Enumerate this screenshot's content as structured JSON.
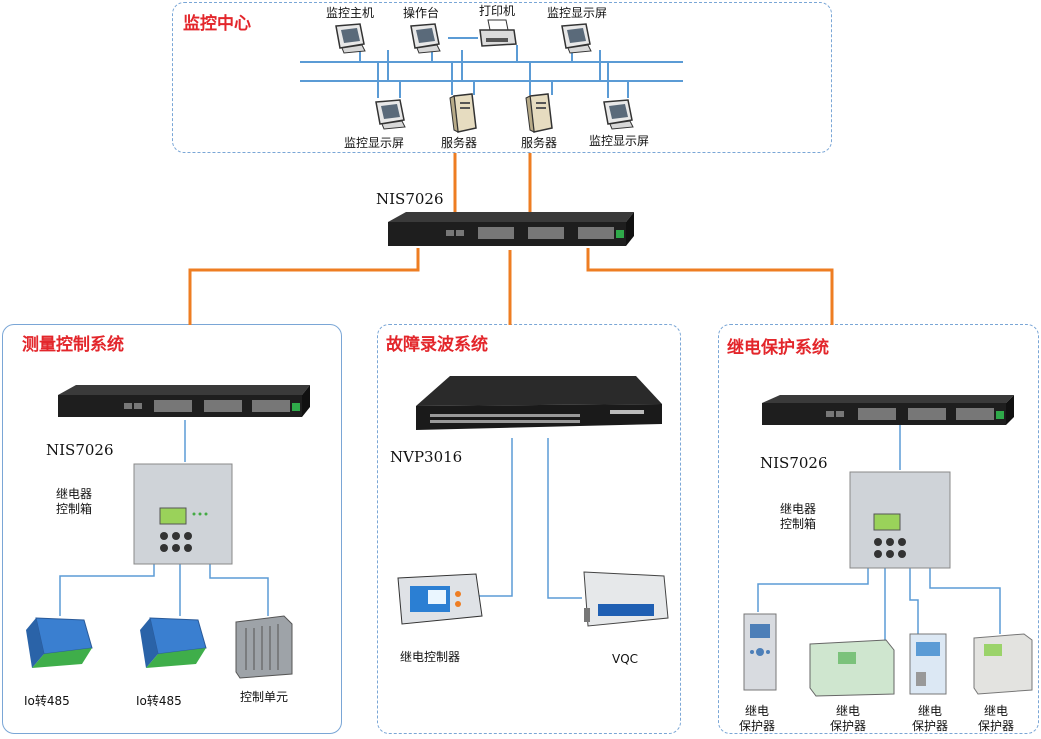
{
  "sections": {
    "monitor_center": "监控中心",
    "measure_control": "测量控制系统",
    "fault_record": "故障录波系统",
    "relay_protect": "继电保护系统"
  },
  "monitor": {
    "host": "监控主机",
    "console": "操作台",
    "printer": "打印机",
    "display_top": "监控显示屏",
    "display_left": "监控显示屏",
    "server1": "服务器",
    "server2": "服务器",
    "display_right": "监控显示屏"
  },
  "core_switch": "NIS7026",
  "measure": {
    "switch": "NIS7026",
    "relay_box_l1": "继电器",
    "relay_box_l2": "控制箱",
    "io1": "Io转485",
    "io2": "Io转485",
    "ctrl_unit": "控制单元"
  },
  "fault": {
    "recorder": "NVP3016",
    "relay_ctrl": "继电控制器",
    "vqc": "VQC"
  },
  "relay": {
    "switch": "NIS7026",
    "relay_box_l1": "继电器",
    "relay_box_l2": "控制箱",
    "prot1_l1": "继电",
    "prot1_l2": "保护器",
    "prot2_l1": "继电",
    "prot2_l2": "保护器",
    "prot3_l1": "继电",
    "prot3_l2": "保护器",
    "prot4_l1": "继电",
    "prot4_l2": "保护器"
  },
  "colors": {
    "lan": "#5b9bd5",
    "fiber": "#ee7d22",
    "title": "#e3262b"
  }
}
